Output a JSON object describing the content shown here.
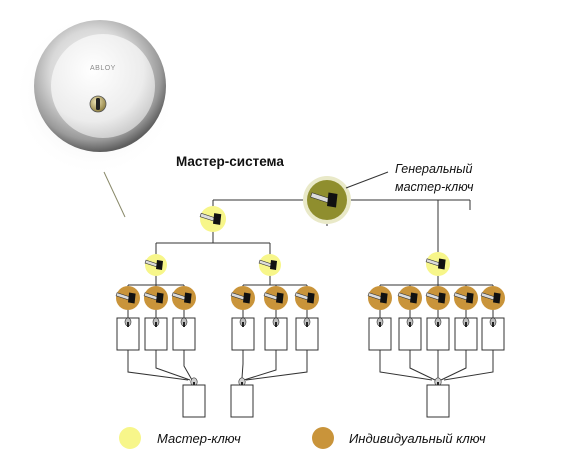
{
  "diagram": {
    "title": "Мастер-система",
    "grand_master_label_line1": "Генеральный",
    "grand_master_label_line2": "мастер-ключ",
    "cylinder_brand": "ABLOY",
    "tree": {
      "root": "grand-master-key",
      "children": [
        {
          "node": "master-key-left",
          "children": [
            {
              "node": "master-key-left-a",
              "individual_keys": 3,
              "shared_cylinders": 1
            },
            {
              "node": "master-key-left-b",
              "individual_keys": 3,
              "shared_cylinders": 1
            }
          ]
        },
        {
          "node": "master-key-right",
          "individual_keys": 5,
          "shared_cylinders": 1
        }
      ]
    }
  },
  "legend": {
    "master_key": "Мастер-ключ",
    "individual_key": "Индивидуальный ключ"
  },
  "colors": {
    "master_key_fill": "#f7f68a",
    "grand_master_fill": "#8f8e2e",
    "individual_key_fill": "#c9943a",
    "line": "#333333"
  }
}
